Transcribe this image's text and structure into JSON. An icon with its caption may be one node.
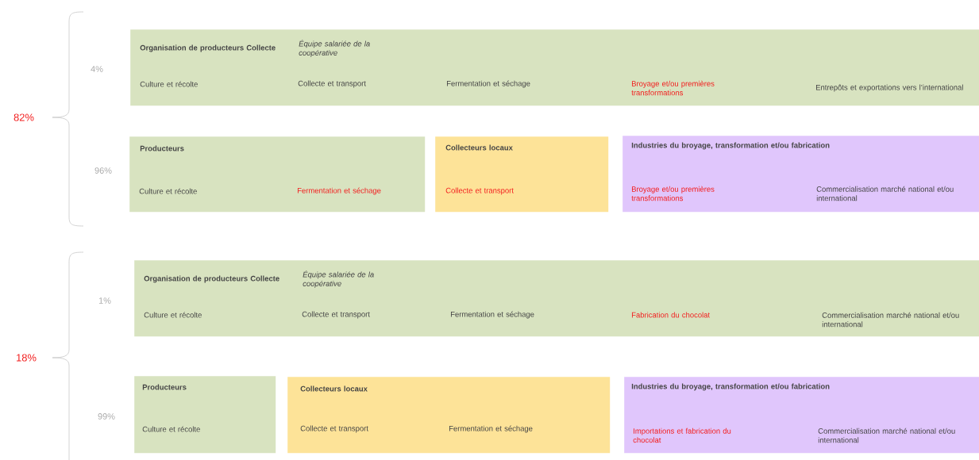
{
  "diagram": {
    "nodes": [
      {
        "text": [
          "Organisation de producteurs Collecte",
          "Équipe salariée de la coopérative",
          "Culture et récolte",
          "Collecte et transport",
          "Fermentation et séchage",
          "Broyage et/ou premières transformations",
          "Entrepôts et exportations vers l’international"
        ]
      },
      {
        "text": [
          "Producteurs",
          "Culture et récolte",
          "Fermentation et séchage"
        ]
      },
      {
        "text": [
          "Collecteurs locaux",
          "Collecte et transport"
        ]
      },
      {
        "text": [
          "Industries du broyage, transformation et/ou fabrication",
          "Broyage et/ou premières transformations",
          "Commercialisation marché national et/ou international"
        ]
      },
      {
        "text": [
          "Organisation de producteurs Collecte",
          "Équipe salariée de la coopérative",
          "Culture et récolte",
          "Collecte et transport",
          "Fermentation et séchage",
          "Fabrication du chocolat",
          "Commercialisation marché national et/ou international"
        ]
      },
      {
        "text": [
          "Producteurs",
          "Culture et récolte"
        ]
      },
      {
        "text": [
          "Collecteurs locaux",
          "Collecte et transport",
          "Fermentation et séchage"
        ]
      },
      {
        "text": [
          "Industries du broyage, transformation et/ou fabrication",
          "Importations et fabrication du chocolat",
          "Commercialisation marché national et/ou international"
        ]
      }
    ],
    "labels": [
      "82%",
      "4%",
      "96%",
      "18%",
      "1%",
      "99%"
    ]
  }
}
